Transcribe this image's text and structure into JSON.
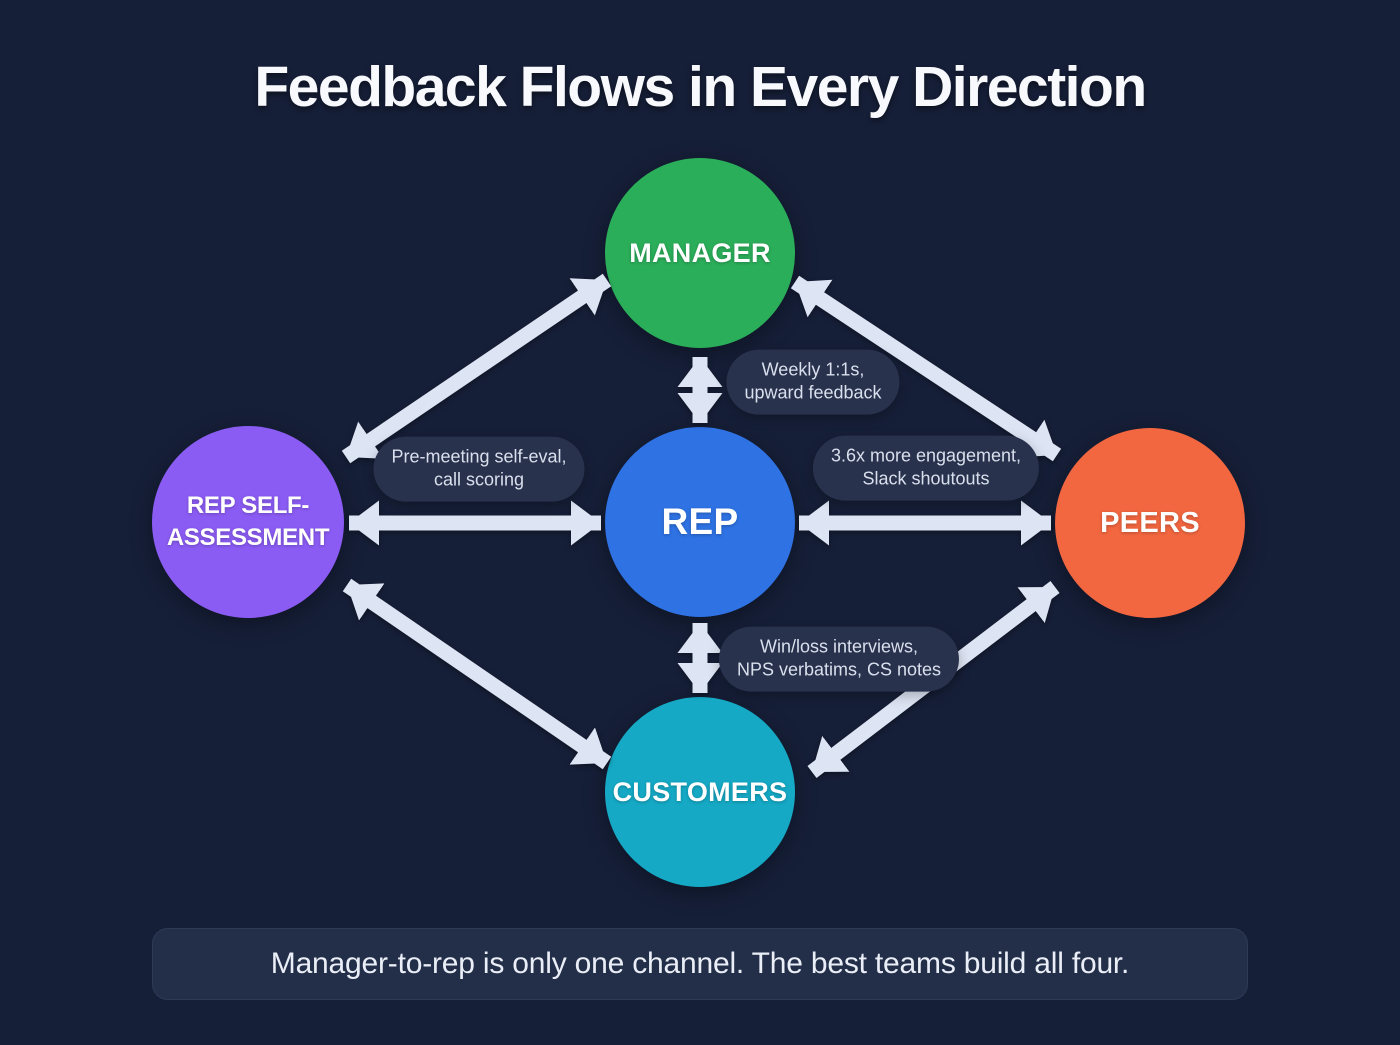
{
  "title": "Feedback Flows in Every Direction",
  "caption": "Manager-to-rep is only one channel. The best teams build all four.",
  "nodes": {
    "manager": {
      "label": "MANAGER",
      "color": "#2bae5a"
    },
    "rep": {
      "label": "REP",
      "color": "#2e72e4"
    },
    "self_assessment": {
      "label_line1": "REP SELF-",
      "label_line2": "ASSESSMENT",
      "label": "REP SELF-ASSESSMENT",
      "color": "#8b5cf4"
    },
    "peers": {
      "label": "PEERS",
      "color": "#f26740"
    },
    "customers": {
      "label": "CUSTOMERS",
      "color": "#15a9c5"
    }
  },
  "edges": [
    {
      "from": "manager",
      "to": "rep",
      "bidirectional": true,
      "label_line1": "Weekly 1:1s,",
      "label_line2": "upward feedback"
    },
    {
      "from": "rep_self_assessment",
      "to": "rep",
      "bidirectional": true,
      "label_line1": "Pre-meeting self-eval,",
      "label_line2": "call scoring"
    },
    {
      "from": "rep",
      "to": "peers",
      "bidirectional": true,
      "label_line1": "3.6x more engagement,",
      "label_line2": "Slack shoutouts"
    },
    {
      "from": "rep",
      "to": "customers",
      "bidirectional": true,
      "label_line1": "Win/loss interviews,",
      "label_line2": "NPS verbatims, CS notes"
    },
    {
      "from": "manager",
      "to": "rep_self_assessment",
      "bidirectional": true
    },
    {
      "from": "manager",
      "to": "peers",
      "bidirectional": true
    },
    {
      "from": "rep_self_assessment",
      "to": "customers",
      "bidirectional": true
    },
    {
      "from": "peers",
      "to": "customers",
      "bidirectional": true
    }
  ],
  "colors": {
    "background": "#161f38",
    "arrow": "#dde4f3",
    "pill_bg": "#28324d",
    "pill_text": "#d9dfec",
    "caption_bg": "#232e49",
    "title_text": "#f7f9fd"
  }
}
